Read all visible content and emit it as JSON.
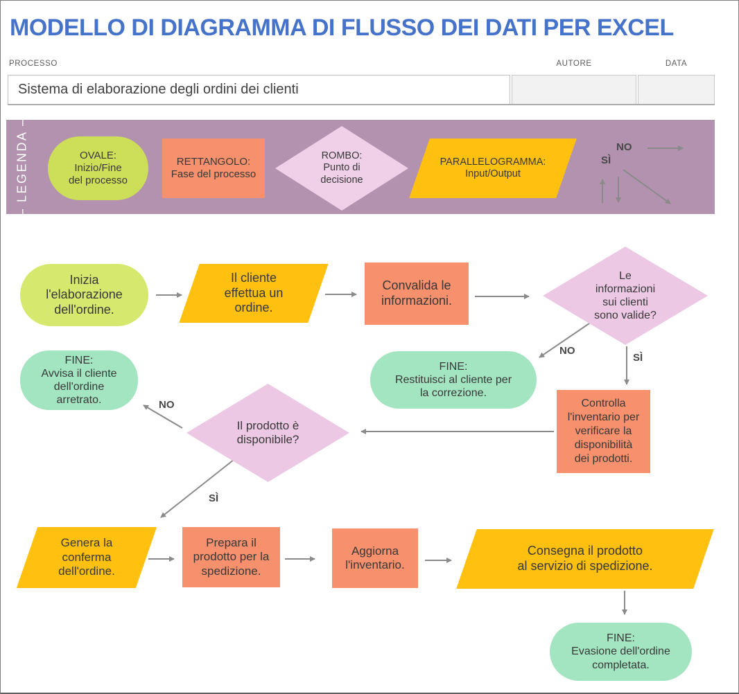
{
  "header": {
    "title": "MODELLO DI DIAGRAMMA DI FLUSSO DEI DATI PER EXCEL",
    "process_label": "PROCESSO",
    "author_label": "AUTORE",
    "date_label": "DATA",
    "process_value": "Sistema di elaborazione degli ordini dei clienti",
    "author_value": "",
    "date_value": ""
  },
  "legend": {
    "label": "– LEGENDA –",
    "items": [
      {
        "shape": "oval",
        "text": "OVALE:\nInizio/Fine\ndel processo"
      },
      {
        "shape": "rectangle",
        "text": "RETTANGOLO:\nFase del processo"
      },
      {
        "shape": "diamond",
        "text": "ROMBO:\nPunto di\ndecisione"
      },
      {
        "shape": "parallelogram",
        "text": "PARALLELOGRAMMA:\nInput/Output"
      }
    ],
    "no_label": "NO",
    "yes_label": "SÌ"
  },
  "flow": {
    "no_label": "NO",
    "yes_label": "SÌ",
    "nodes": [
      {
        "id": "start",
        "type": "oval-start",
        "text": "Inizia\nl'elaborazione\ndell'ordine."
      },
      {
        "id": "customer-order",
        "type": "parallelogram-io",
        "text": "Il cliente\neffettua un\nordine."
      },
      {
        "id": "validate",
        "type": "rectangle-process",
        "text": "Convalida le\ninformazioni."
      },
      {
        "id": "info-valid",
        "type": "diamond-decision",
        "text": "Le\ninformazioni\nsui clienti\nsono valide?"
      },
      {
        "id": "end-return",
        "type": "oval-end",
        "text": "FINE:\nRestituisci al cliente per\nla correzione."
      },
      {
        "id": "check-inventory",
        "type": "rectangle-process",
        "text": "Controlla\nl'inventario per\nverificare la\ndisponibilità\ndei prodotti."
      },
      {
        "id": "product-available",
        "type": "diamond-decision",
        "text": "Il prodotto è\ndisponibile?"
      },
      {
        "id": "end-backorder",
        "type": "oval-end",
        "text": "FINE:\nAvvisa il cliente\ndell'ordine\narretrato."
      },
      {
        "id": "generate-confirmation",
        "type": "parallelogram-io",
        "text": "Genera la\nconferma\ndell'ordine."
      },
      {
        "id": "prepare-shipping",
        "type": "rectangle-process",
        "text": "Prepara il\nprodotto per la\nspedizione."
      },
      {
        "id": "update-inventory",
        "type": "rectangle-process",
        "text": "Aggiorna\nl'inventario."
      },
      {
        "id": "deliver-shipping",
        "type": "parallelogram-io",
        "text": "Consegna il prodotto\nal servizio di spedizione."
      },
      {
        "id": "end-complete",
        "type": "oval-end",
        "text": "FINE:\nEvasione dell'ordine\ncompletata."
      }
    ],
    "edges": [
      {
        "from": "start",
        "to": "customer-order",
        "label": ""
      },
      {
        "from": "customer-order",
        "to": "validate",
        "label": ""
      },
      {
        "from": "validate",
        "to": "info-valid",
        "label": ""
      },
      {
        "from": "info-valid",
        "to": "end-return",
        "label": "NO"
      },
      {
        "from": "info-valid",
        "to": "check-inventory",
        "label": "SÌ"
      },
      {
        "from": "check-inventory",
        "to": "product-available",
        "label": ""
      },
      {
        "from": "product-available",
        "to": "end-backorder",
        "label": "NO"
      },
      {
        "from": "product-available",
        "to": "generate-confirmation",
        "label": "SÌ"
      },
      {
        "from": "generate-confirmation",
        "to": "prepare-shipping",
        "label": ""
      },
      {
        "from": "prepare-shipping",
        "to": "update-inventory",
        "label": ""
      },
      {
        "from": "update-inventory",
        "to": "deliver-shipping",
        "label": ""
      },
      {
        "from": "deliver-shipping",
        "to": "end-complete",
        "label": ""
      }
    ]
  },
  "colors": {
    "title_blue": "#4573CA",
    "legend_purple": "#B292AE",
    "oval_start_green": "#D6E96E",
    "legend_oval_green": "#CDDE58",
    "process_salmon": "#F6906D",
    "decision_pink": "#ECC8E4",
    "io_yellow": "#FFC010",
    "end_mint": "#A3E5C0",
    "arrow_gray": "#8A8A8A",
    "field_gray_fill": "#F2F2F2"
  }
}
